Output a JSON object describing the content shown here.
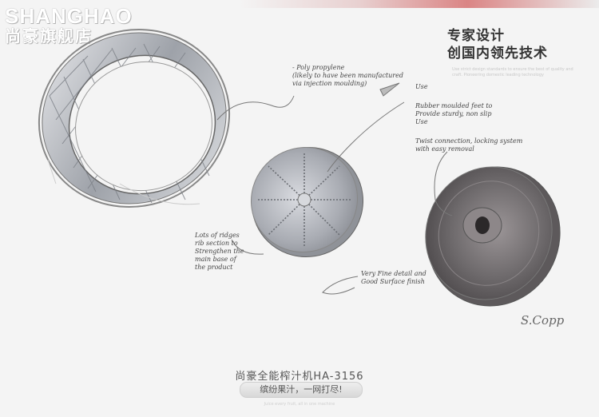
{
  "brand": {
    "logo_en": "SHANGHAO",
    "logo_cn": "尚豪旗舰店"
  },
  "heading": {
    "line1": "专家设计",
    "line2": "创国内领先技术"
  },
  "subtext": "Use strict design standards to ensure the best of quality and craft. Pioneering domestic leading technology",
  "annotations": {
    "polypropylene": "- Poly propylene\n(likely to have been manufactured\nvia  injection moulding)",
    "use": "Use",
    "rubber": "Rubber moulded feet to\nProvide sturdy, non slip\nUse",
    "twist": "Twist connection, locking system\nwith easy removal",
    "ridges": "Lots of ridges\nrib section to\nStrengthen the\nmain base of\nthe product",
    "finish": "Very Fine detail and\nGood Surface finish"
  },
  "signature": "S.Copp",
  "product": {
    "title": "尚豪全能榨汁机HA-3156",
    "slogan": "缤纷果汁，一网打尽!",
    "fine_print": "Juice every fruit, all in one machine"
  },
  "colors": {
    "accent": "#c93a3a",
    "metal": "#b9bcc2",
    "disc_dark": "#6e6a6c"
  },
  "icons": [
    "juicer-basket-sketch",
    "grater-disc-sketch",
    "base-disc-sketch"
  ]
}
